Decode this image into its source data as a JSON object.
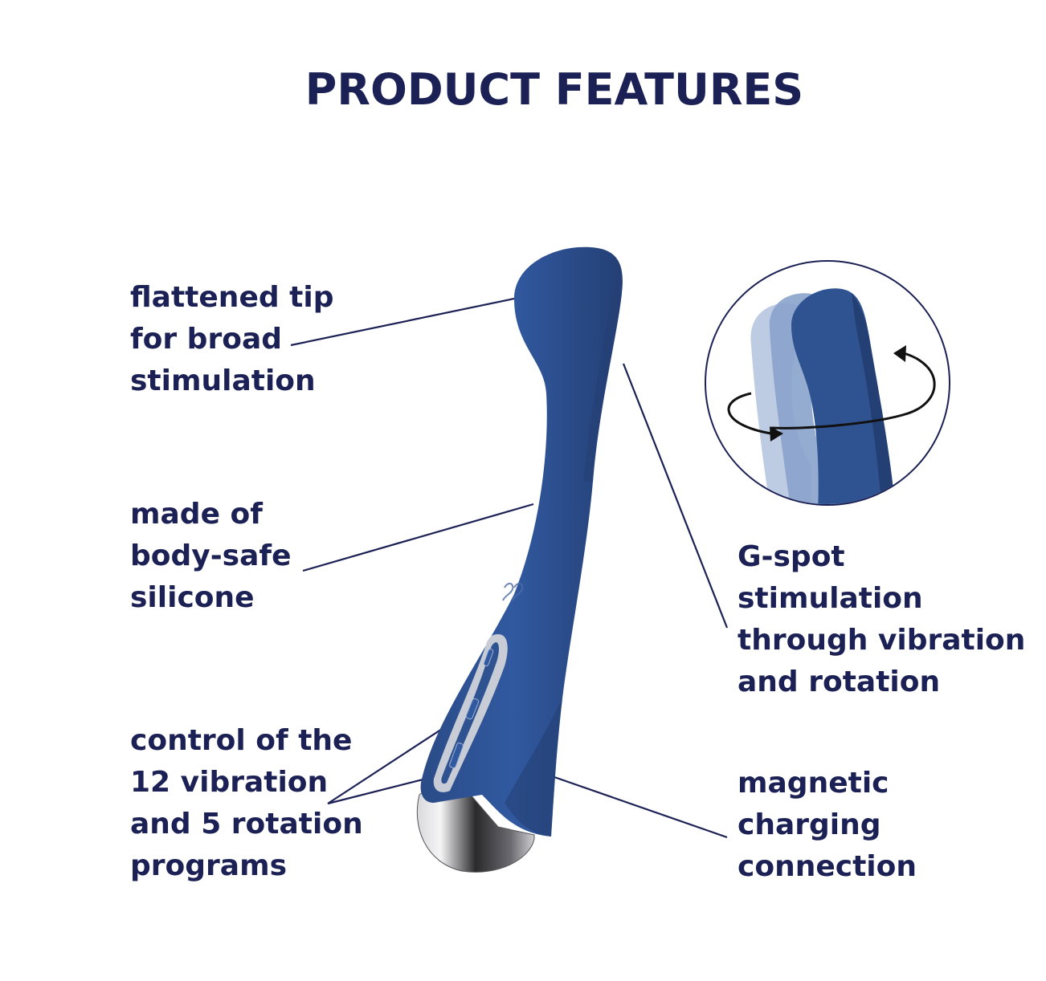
{
  "title": "PRODUCT FEATURES",
  "features": {
    "tip": [
      "flattened tip",
      "for broad",
      "stimulation"
    ],
    "silicone": [
      "made of",
      "body-safe",
      "silicone"
    ],
    "controls": [
      "control of the",
      "12 vibration",
      "and 5 rotation",
      "programs"
    ],
    "gspot": [
      "G-spot",
      "stimulation",
      "through vibration",
      "and rotation"
    ],
    "charging": [
      "magnetic",
      "charging",
      "connection"
    ]
  },
  "colors": {
    "text": "#1c2155",
    "product_body": "#2f5390",
    "product_shadow": "#264780",
    "chrome": "#8a8a8e",
    "leader_line": "#1c2155"
  },
  "icons": {
    "logo": "satisfyer-logo-icon",
    "rotation": "rotation-arrows-icon"
  }
}
